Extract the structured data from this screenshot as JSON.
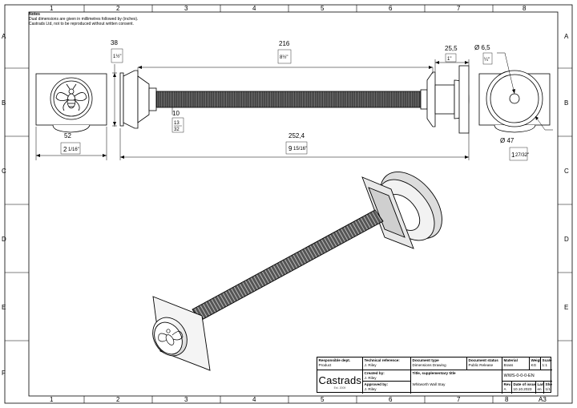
{
  "notes": {
    "title": "Notes",
    "lines": [
      "Dual dimensions are given in millimetres followed by (inches).",
      "Castrads Ltd, not to be reproduced without written consent."
    ]
  },
  "zones": {
    "columns": [
      "1",
      "2",
      "3",
      "4",
      "5",
      "6",
      "7",
      "8"
    ],
    "rows": [
      "A",
      "B",
      "C",
      "D",
      "E",
      "F"
    ]
  },
  "dimensions": {
    "backplate_height_mm": "38",
    "backplate_height_in": "1½\"",
    "rod_length_mm": "216",
    "rod_length_in": "8½\"",
    "flange_width_mm": "25,5",
    "flange_width_in": "1\"",
    "hole_dia_mm": "Ø 6,5",
    "hole_dia_in": "¼\"",
    "rod_dia_mm": "10",
    "rod_dia_in_num": "13",
    "rod_dia_in_den": "32",
    "backplate_width_mm": "52",
    "backplate_width_in": "2",
    "backplate_width_frac": "1/16\"",
    "overall_length_mm": "252,4",
    "overall_length_in": "9",
    "overall_length_frac": "15/16\"",
    "rosette_dia_mm": "Ø 47",
    "rosette_dia_in": "1",
    "rosette_dia_frac": "27/32\""
  },
  "title_block": {
    "logo": "Castrads",
    "logo_sub": "Est. 2009",
    "responsible_dept_label": "Responsible dept.",
    "responsible_dept": "Product",
    "technical_reference_label": "Technical reference:",
    "technical_reference": "J. Riley",
    "created_by_label": "Created by:",
    "created_by": "J. Riley",
    "approved_by_label": "Approved by:",
    "approved_by": "J. Riley",
    "document_type_label": "Document type",
    "document_type": "Dimensions Drawing",
    "title_label": "Title, supplementary title",
    "title": "Whitworth Wall Stay",
    "document_status_label": "Document status",
    "document_status": "Public Release",
    "material_label": "Material",
    "material": "Brass",
    "weight_label": "Weight",
    "weight": "KG",
    "scale_label": "Scale",
    "scale": "1:1",
    "drawing_number": "WWS-0-0-0-EN",
    "rev_label": "Rev.",
    "rev": "A",
    "date_label": "Date of issue",
    "date": "10.10.2023",
    "lang_label": "Lang.",
    "lang": "en",
    "sheet_label": "Sheet",
    "sheet": "1/1",
    "paper_size": "A3"
  }
}
